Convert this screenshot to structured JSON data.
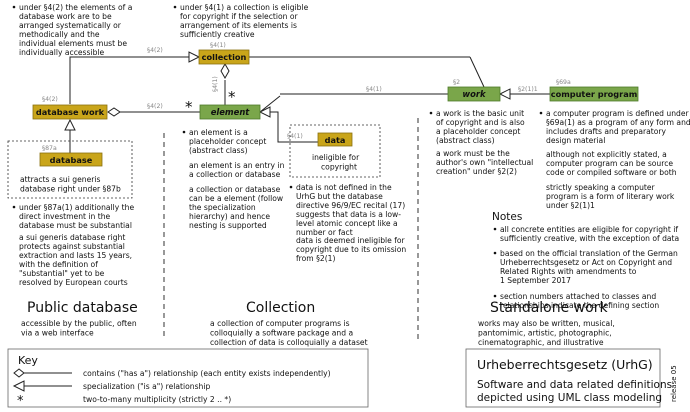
{
  "boxes": {
    "collection": "collection",
    "database_work": "database work",
    "element": "element",
    "data": "data",
    "work": "work",
    "computer_program": "computer program",
    "database": "database"
  },
  "labels": {
    "s4_1_collection_top": "§4(1)",
    "s4_2_coll_line": "§4(2)",
    "s4_1_vert": "§4(1)",
    "s4_2_dbw_line": "§4(2)",
    "s4_2_dbw_top": "§4(2)",
    "s4_1_element_work": "§4(1)",
    "s2": "§2",
    "s2_1_1": "§2(1)1",
    "s69a": "§69a",
    "s4_1_data": "§4(1)",
    "s87a": "§87a"
  },
  "mult": {
    "star": "*"
  },
  "notes": {
    "top_left": [
      "under §4(2) the elements of a",
      "database work are to be",
      "arranged systematically or",
      "methodically and the",
      "individual elements must be",
      "individually accessible"
    ],
    "top_mid": [
      "under §4(1) a collection is eligible",
      "for copyright if the selection or",
      "arrangement of its elements is",
      "sufficiently creative"
    ],
    "database_box": [
      "attracts a sui generis",
      "database right under §87b"
    ],
    "db_bullet": [
      "under §87a(1) additionally the",
      "direct investment in the",
      "database must be substantial"
    ],
    "db_para": [
      "a sui generis database right",
      "protects against substantial",
      "extraction and lasts 15 years,",
      "with the definition of",
      "\"substantial\" yet to be",
      "resolved by European courts"
    ],
    "el_bullet": [
      "an element is a",
      "placeholder concept",
      "(abstract class)"
    ],
    "el_p1": [
      "an element is an entry in",
      "a collection or database"
    ],
    "el_p2": [
      "a collection or database",
      "can be a element (follow",
      "the specialization",
      "hierarchy) and hence",
      "nesting is supported"
    ],
    "data_box": [
      "ineligible for",
      "copyright"
    ],
    "data_bullet": [
      "data is not defined in the",
      "UrhG but the database",
      "directive 96/9/EC recital (17)",
      "suggests that data is a low-",
      "level atomic concept like a",
      "number or fact"
    ],
    "data_para": [
      "data is deemed ineligible for",
      "copyright due to its omission",
      "from §2(1)"
    ],
    "work_bullet": [
      "a work is the basic unit",
      "of copyright and is also",
      "a placeholder concept",
      "(abstract class)"
    ],
    "work_para": [
      "a work must be the",
      "author's own \"intellectual",
      "creation\" under §2(2)"
    ],
    "cp_bullet": [
      "a computer program is defined under",
      "§69a(1) as a program of any form and",
      "includes drafts and preparatory",
      "design material"
    ],
    "cp_p1": [
      "although not explicitly stated, a",
      "computer program can be source",
      "code or compiled software or both"
    ],
    "cp_p2": [
      "strictly speaking a computer",
      "program is a form of literary work",
      "under §2(1)1"
    ],
    "notes_title": "Notes",
    "notes_items": [
      [
        "all concrete entities are eligible for copyright if",
        "sufficiently creative, with the exception of data"
      ],
      [
        "based on the official translation of the German",
        "Urheberrechtsgesetz or Act on Copyright and",
        "Related Rights with amendments to",
        "1 September 2017"
      ],
      [
        "section numbers attached to classes and",
        "relationships indicate the defining section"
      ]
    ]
  },
  "sections": {
    "public": {
      "title": "Public database",
      "desc": [
        "accessible by the public, often",
        "via a web interface"
      ]
    },
    "collection": {
      "title": "Collection",
      "desc": [
        "a collection of computer programs is",
        "colloquially a software package and a",
        "collection of data is colloquially a dataset"
      ]
    },
    "standalone": {
      "title": "Standalone work",
      "desc": [
        "works may also be written, musical,",
        "pantomimic, artistic, photographic,",
        "cinematographic, and illustrative"
      ]
    }
  },
  "key": {
    "title": "Key",
    "contains": "contains (\"has a\") relationship (each entity exists independently)",
    "specialization": "specialization (\"is a\") relationship",
    "multiplicity": "two-to-many multiplicity (strictly 2 .. *)"
  },
  "title_box": {
    "title": "Urheberrechtsgesetz (UrhG)",
    "line1": "Software and data related definitions",
    "line2": "depicted using UML class modeling"
  },
  "release": "release 05",
  "colors": {
    "olive": "#c9a51a",
    "green": "#7aa64a"
  }
}
